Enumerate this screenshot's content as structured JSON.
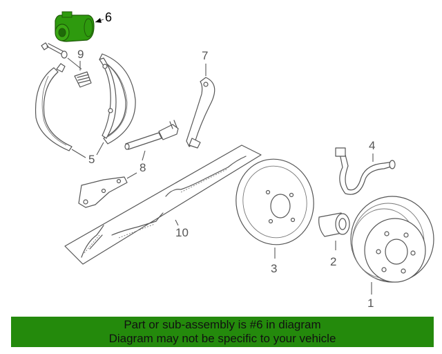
{
  "callouts": {
    "1": "1",
    "2": "2",
    "3": "3",
    "4": "4",
    "5": "5",
    "6": "6",
    "7": "7",
    "8": "8",
    "9": "9",
    "10": "10"
  },
  "colors": {
    "highlight": "#2e9a0e",
    "banner": "#248a0c",
    "linework": "#555555"
  },
  "banner": {
    "line1": "Part or sub-assembly is #6 in diagram",
    "line2": "Diagram may not be specific to your vehicle"
  }
}
